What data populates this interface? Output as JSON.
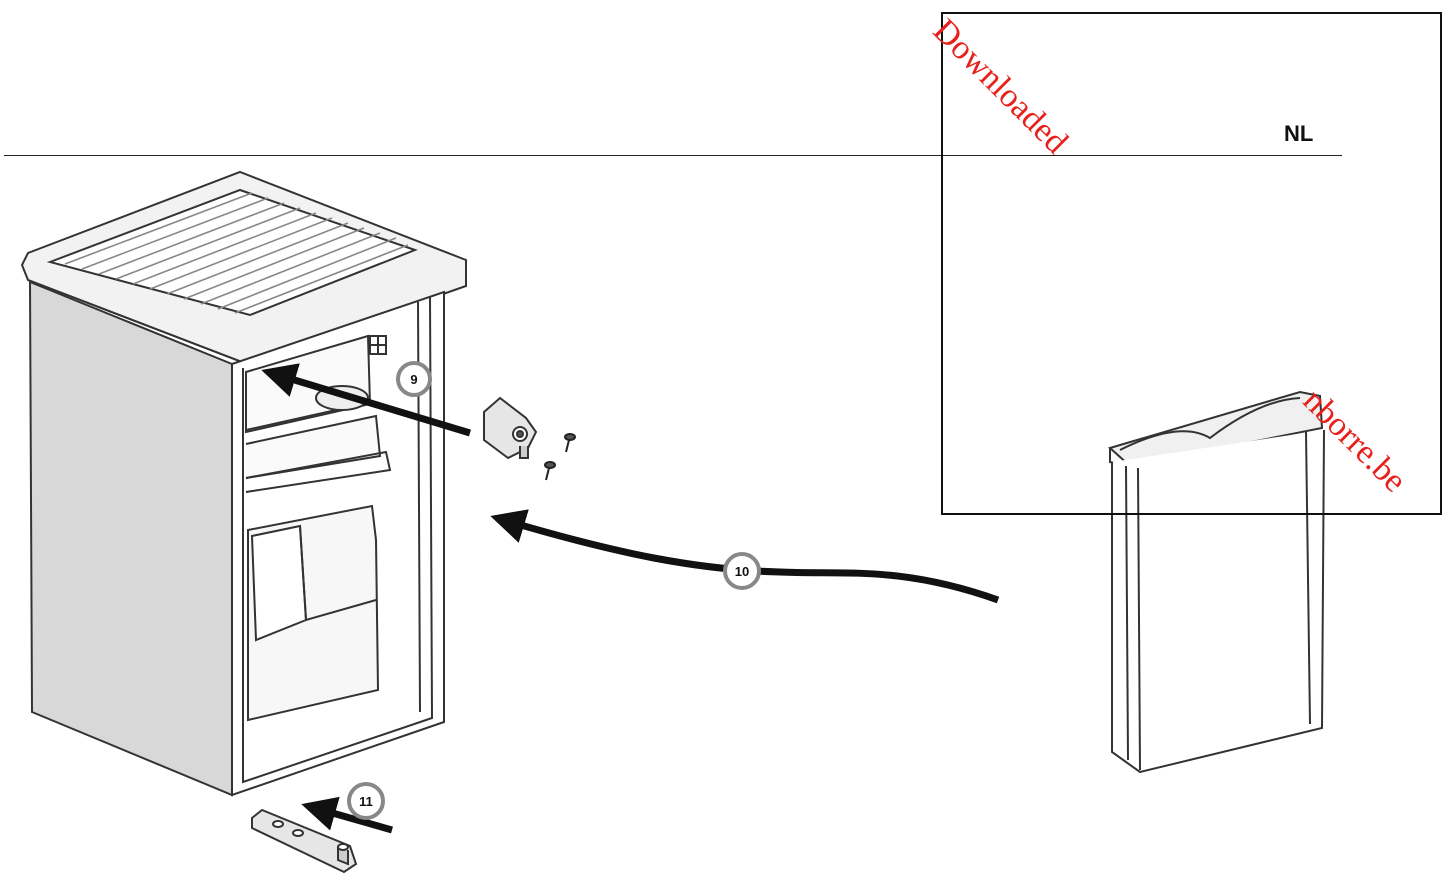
{
  "header": {
    "language_code": "NL"
  },
  "watermark": {
    "line1": "Downloaded",
    "line2": "nborre.be",
    "color": "#e8201c"
  },
  "steps": [
    {
      "number": "9"
    },
    {
      "number": "10"
    },
    {
      "number": "11"
    }
  ],
  "icons": [
    "fridge-cabinet-illustration",
    "top-hinge-illustration",
    "screw-icon",
    "bottom-hinge-illustration",
    "fridge-door-illustration",
    "arrow-icon"
  ]
}
